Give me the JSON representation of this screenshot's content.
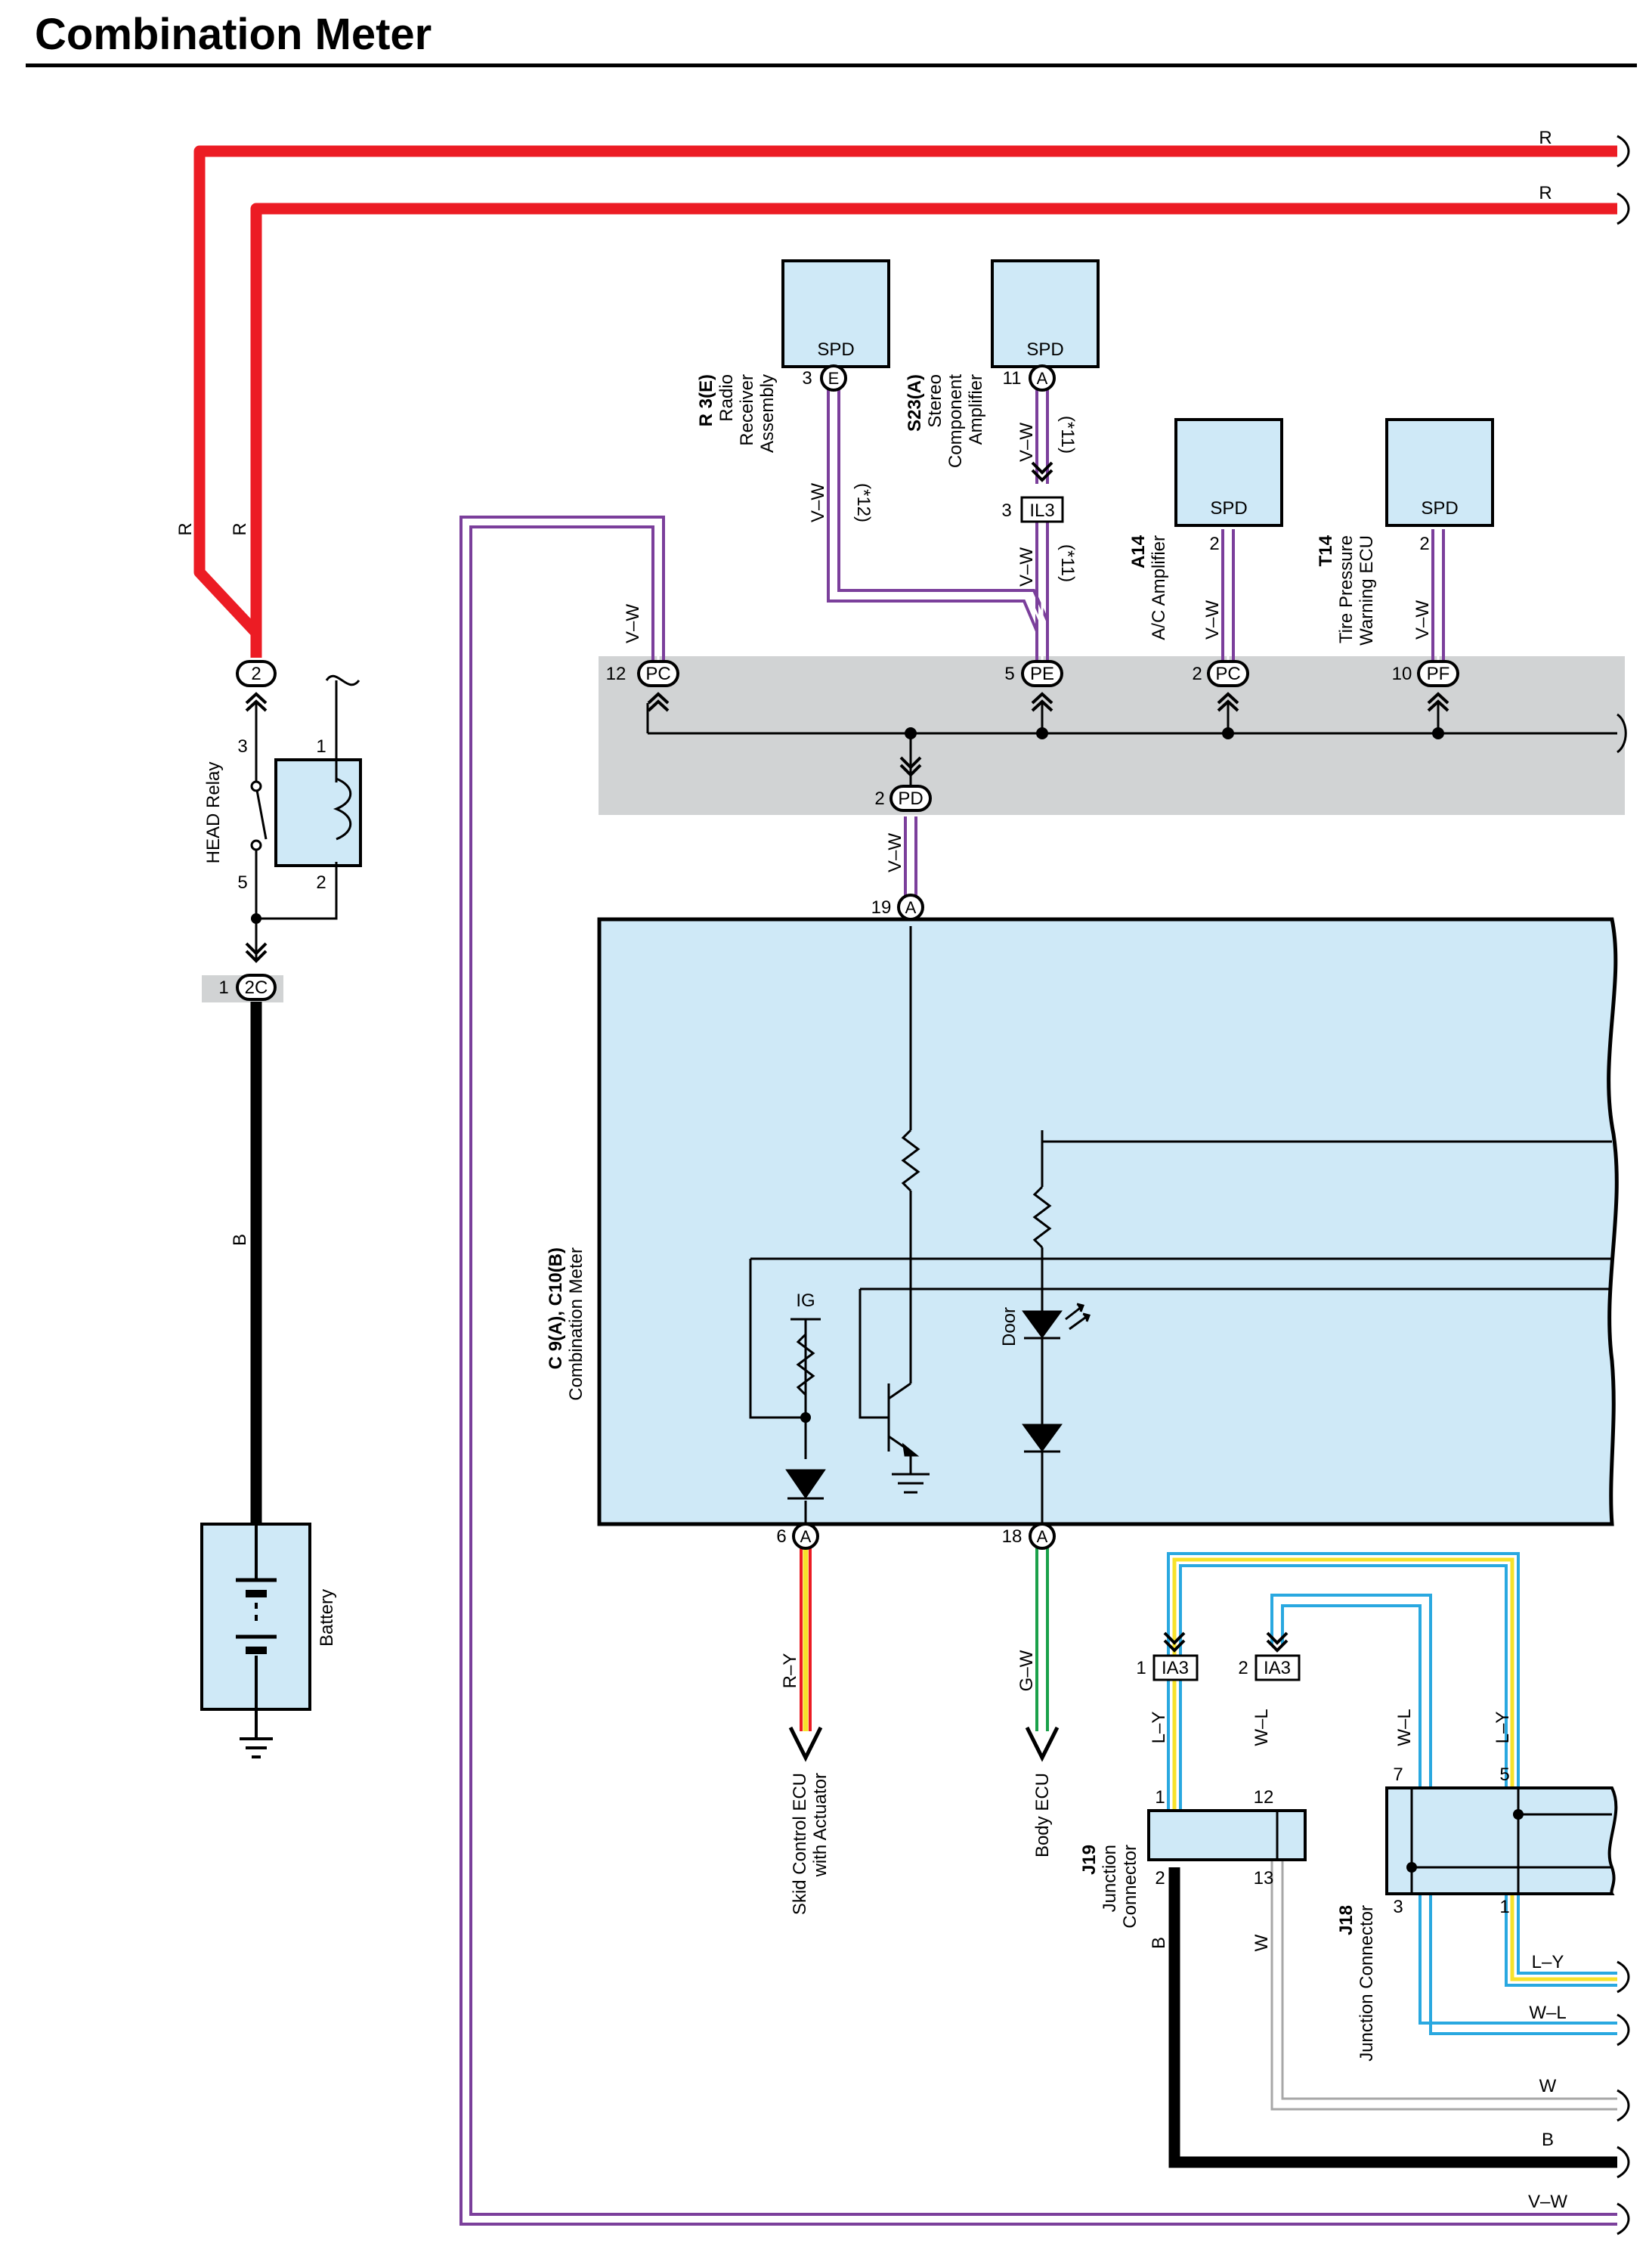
{
  "page": {
    "title": "Combination Meter"
  },
  "colors": {
    "red": "#ec1c24",
    "purple": "#7b3f9b",
    "black": "#000000",
    "green": "#1aa14a",
    "yellow": "#f7e22a",
    "blue": "#29a8e0",
    "white": "#ffffff",
    "gray": "#a7a7a7",
    "component_fill": "#cfe9f7",
    "junction_shade": "#d1d3d4"
  },
  "wires": {
    "r": "R",
    "b": "B",
    "vw": "V–W",
    "ry": "R–Y",
    "gw": "G–W",
    "ly": "L–Y",
    "wl": "W–L",
    "w": "W",
    "note11": "(*11)",
    "note12": "(*12)"
  },
  "components": {
    "head_relay": {
      "name": "HEAD Relay",
      "pin3": "3",
      "pin1": "1",
      "pin5": "5",
      "pin2": "2"
    },
    "battery": {
      "name": "Battery"
    },
    "radio": {
      "ref": "R 3(E)",
      "name_l1": "Radio",
      "name_l2": "Receiver",
      "name_l3": "Assembly",
      "label": "SPD",
      "pin": "3",
      "conn": "E"
    },
    "stereo": {
      "ref": "S23(A)",
      "name_l1": "Stereo",
      "name_l2": "Component",
      "name_l3": "Amplifier",
      "label": "SPD",
      "pin": "11",
      "conn": "A"
    },
    "ac_amp": {
      "ref": "A14",
      "name": "A/C Amplifier",
      "label": "SPD",
      "pin": "2"
    },
    "tire": {
      "ref": "T14",
      "name_l1": "Tire Pressure",
      "name_l2": "Warning ECU",
      "label": "SPD",
      "pin": "2"
    },
    "meter": {
      "ref": "C 9(A), C10(B)",
      "name": "Combination Meter",
      "ig": "IG",
      "door": "Door"
    },
    "j19": {
      "ref": "J19",
      "name_l1": "Junction",
      "name_l2": "Connector",
      "p1": "1",
      "p12": "12",
      "p2": "2",
      "p13": "13"
    },
    "j18": {
      "ref": "J18",
      "name": "Junction Connector",
      "p7": "7",
      "p5": "5",
      "p3": "3",
      "p1": "1"
    }
  },
  "connectors": {
    "relay_in": {
      "pin": "2"
    },
    "c2c": {
      "pin": "1",
      "conn": "2C"
    },
    "il3": {
      "pin": "3",
      "conn": "IL3"
    },
    "pc12": {
      "pin": "12",
      "conn": "PC"
    },
    "pe5": {
      "pin": "5",
      "conn": "PE"
    },
    "pc2": {
      "pin": "2",
      "conn": "PC"
    },
    "pf10": {
      "pin": "10",
      "conn": "PF"
    },
    "pd2": {
      "pin": "2",
      "conn": "PD"
    },
    "a19": {
      "pin": "19",
      "conn": "A"
    },
    "a6": {
      "pin": "6",
      "conn": "A"
    },
    "a18": {
      "pin": "18",
      "conn": "A"
    },
    "ia3_1": {
      "pin": "1",
      "conn": "IA3"
    },
    "ia3_2": {
      "pin": "2",
      "conn": "IA3"
    }
  },
  "destinations": {
    "skid_l1": "Skid Control ECU",
    "skid_l2": "with Actuator",
    "body": "Body ECU"
  }
}
